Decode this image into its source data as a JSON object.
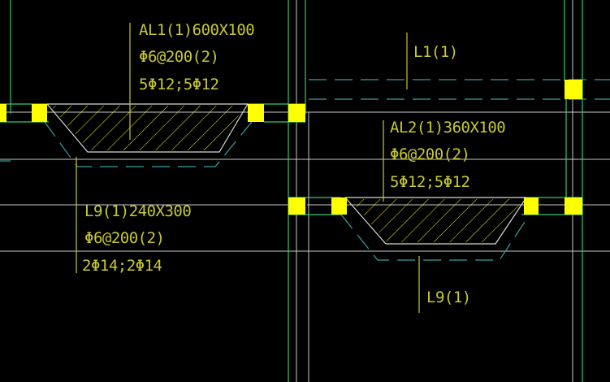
{
  "colors": {
    "background": "#000000",
    "grid_line": "#c8c8c8",
    "column_line": "#2ecc71",
    "dashed_beam": "#3aa0a0",
    "beam_outline": "#d8d8d8",
    "column_fill": "#ffff00",
    "hatch": "#ffff00",
    "text": "#c8c832",
    "leader": "#c8c832"
  },
  "annotations": {
    "al1": {
      "name": "AL1(1)600X100",
      "stirrup": "Φ6@200(2)",
      "rebar": "5Φ12;5Φ12"
    },
    "l1": {
      "name": "L1(1)"
    },
    "al2": {
      "name": "AL2(1)360X100",
      "stirrup": "Φ6@200(2)",
      "rebar": "5Φ12;5Φ12"
    },
    "l9_left": {
      "name": "L9(1)240X300",
      "stirrup": "Φ6@200(2)",
      "rebar": "2Φ14;2Φ14"
    },
    "l9_right": {
      "name": "L9(1)"
    }
  }
}
